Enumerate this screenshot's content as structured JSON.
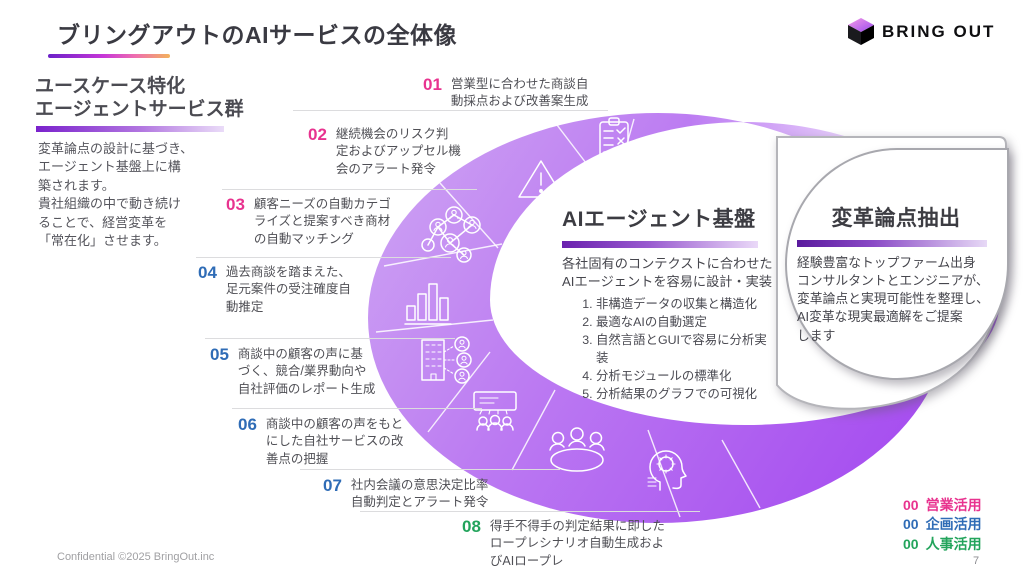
{
  "slide": {
    "title": "ブリングアウトのAIサービスの全体像",
    "page_number": "7",
    "footer": "Confidential ©2025 BringOut.inc"
  },
  "logo": {
    "text": "BRING OUT",
    "icon": "cube-logo-icon"
  },
  "left_panel": {
    "heading_line1": "ユースケース特化",
    "heading_line2": "エージェントサービス群",
    "description": "変革論点の設計に基づき、\nエージェント基盤上に構\n築されます。\n貴社組織の中で動き続け\nることで、経営変革を\n「常在化」させます。"
  },
  "use_cases": [
    {
      "number": "01",
      "color": "#e8338f",
      "icon": "clipboard-check-icon",
      "text": "営業型に合わせた商談自\n動採点および改善案生成"
    },
    {
      "number": "02",
      "color": "#e8338f",
      "icon": "warning-triangle-icon",
      "text": "継続機会のリスク判\n定およびアップセル機\n会のアラート発令"
    },
    {
      "number": "03",
      "color": "#e8338f",
      "icon": "people-network-icon",
      "text": "顧客ニーズの自動カテゴ\nライズと提案すべき商材\nの自動マッチング"
    },
    {
      "number": "04",
      "color": "#2f6cb6",
      "icon": "bar-chart-icon",
      "text": "過去商談を踏まえた、\n足元案件の受注確度自\n動推定"
    },
    {
      "number": "05",
      "color": "#2f6cb6",
      "icon": "company-voices-icon",
      "text": "商談中の顧客の声に基\nづく、競合/業界動向や\n自社評価のレポート生成"
    },
    {
      "number": "06",
      "color": "#2f6cb6",
      "icon": "presentation-icon",
      "text": "商談中の顧客の声をもと\nにした自社サービスの改\n善点の把握"
    },
    {
      "number": "07",
      "color": "#2f6cb6",
      "icon": "meeting-table-icon",
      "text": "社内会議の意思決定比率\n自動判定とアラート発令"
    },
    {
      "number": "08",
      "color": "#23a45c",
      "icon": "ai-head-icon",
      "text": "得手不得手の判定結果に即した\nロープレシナリオ自動生成およ\nびAIロープレ"
    }
  ],
  "platform": {
    "heading": "AIエージェント基盤",
    "description": "各社固有のコンテクストに合わせた\nAIエージェントを容易に設計・実装",
    "list": [
      "非構造データの収集と構造化",
      "最適なAIの自動選定",
      "自然言語とGUIで容易に分析実装",
      "分析モジュールの標準化",
      "分析結果のグラフでの可視化"
    ]
  },
  "extraction": {
    "heading": "変革論点抽出",
    "description": "経験豊富なトップファーム出身\nコンサルタントとエンジニアが、\n変革論点と実現可能性を整理し、\nAI変革な現実最適解をご提案\nします"
  },
  "legend": [
    {
      "code": "00",
      "label": "営業活用",
      "color": "#e8338f"
    },
    {
      "code": "00",
      "label": "企画活用",
      "color": "#2f6cb6"
    },
    {
      "code": "00",
      "label": "人事活用",
      "color": "#23a45c"
    }
  ],
  "colors": {
    "accent_magenta": "#e8338f",
    "accent_blue": "#2f6cb6",
    "accent_green": "#23a45c",
    "crescent_light": "#cb9ff2",
    "crescent_dark": "#a348ef"
  }
}
